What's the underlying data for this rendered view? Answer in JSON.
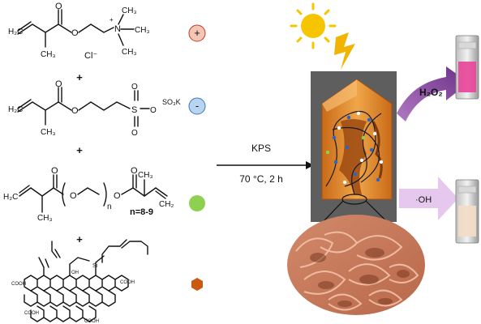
{
  "monomers": {
    "m1": {
      "counterion": "Cl⁻",
      "charge": "+",
      "marker_label": "+",
      "color": "#f4c6b4"
    },
    "m2": {
      "group": "SO₃K",
      "marker_label": "-",
      "color": "#b9d4ee"
    },
    "m3": {
      "repeat_label": "n=8-9",
      "marker_color": "#8ed04f"
    },
    "m4": {
      "groups": [
        "COOH",
        "OH",
        "Si"
      ],
      "marker_color": "#c85a14"
    }
  },
  "plus_sign": "+",
  "reaction": {
    "reagent": "KPS",
    "conditions": "70 °C, 2 h"
  },
  "outputs": {
    "h2o2_label": "H₂O₂",
    "oh_label": "·OH",
    "h2o2_color": "#e8469b",
    "oh_color": "#f2dcc6"
  },
  "colors": {
    "sun": "#f7c500",
    "bolt": "#f1b400",
    "gel": "#e0892c",
    "arrow_purple": "#7a3f93",
    "arrow_light": "#e6c7ee"
  }
}
